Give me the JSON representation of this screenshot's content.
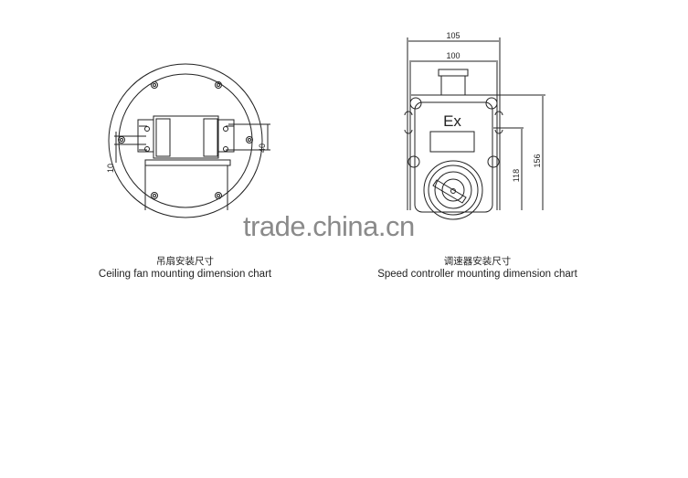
{
  "watermark": "trade.china.cn",
  "figures": [
    {
      "id": "ceiling-fan",
      "caption_cn": "吊扇安装尺寸",
      "caption_en": "Ceiling fan mounting dimension chart",
      "dimensions": {
        "slot_spacing": "40",
        "slot_width": "10"
      }
    },
    {
      "id": "speed-controller",
      "caption_cn": "调速器安装尺寸",
      "caption_en": "Speed controller mounting dimension chart",
      "dimensions": {
        "outer_width": "105",
        "inner_width": "100",
        "total_height": "156",
        "mount_height": "118"
      },
      "label": "Ex"
    }
  ],
  "colors": {
    "line": "#222222",
    "watermark": "#8a8a8a",
    "background": "#ffffff"
  }
}
